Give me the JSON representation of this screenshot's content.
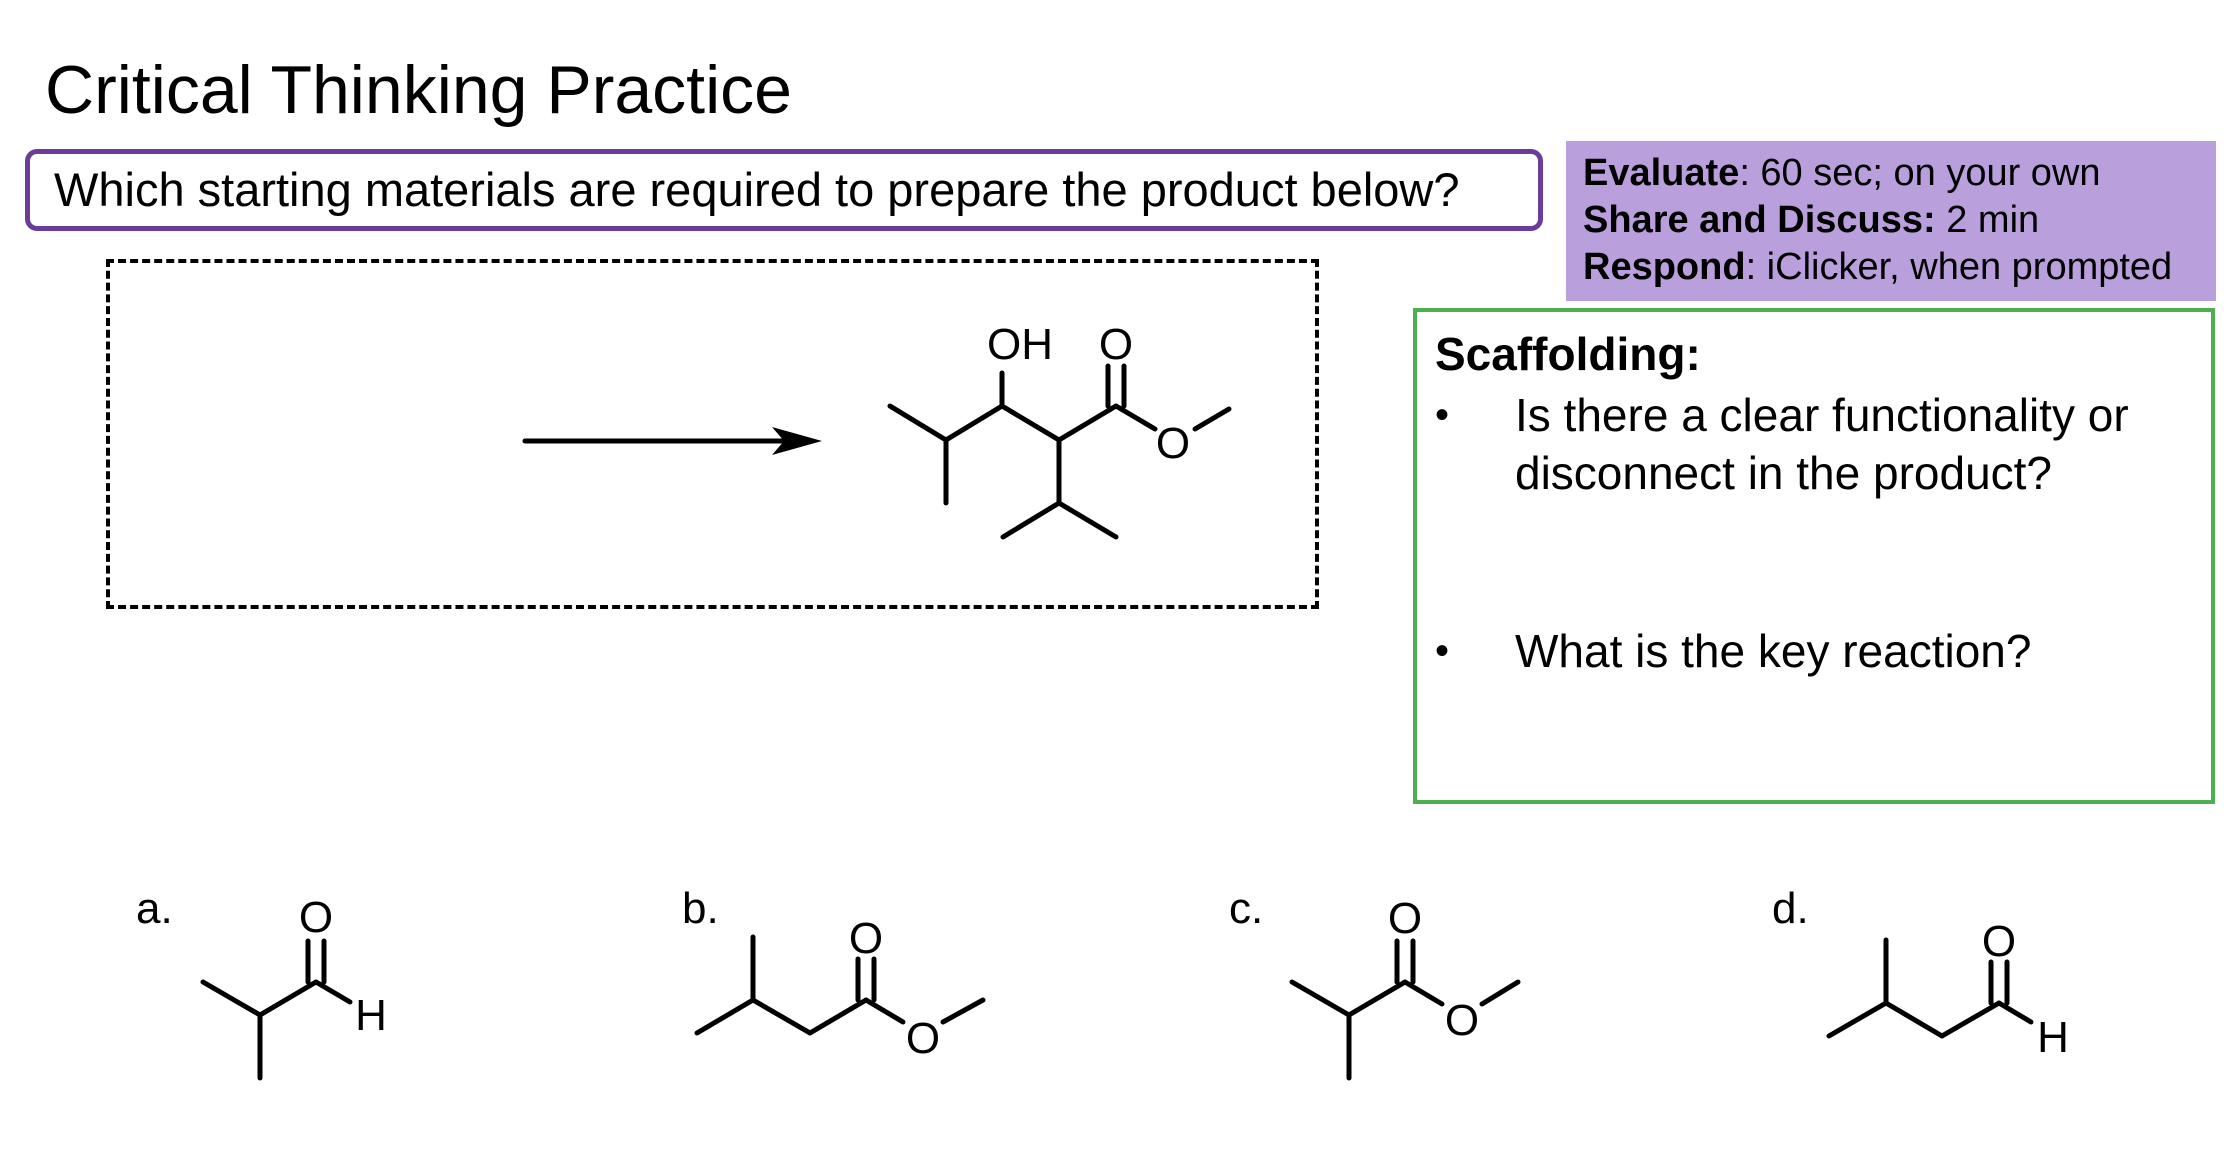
{
  "slide": {
    "title": "Critical Thinking Practice",
    "question": "Which starting materials are required to prepare the product below?"
  },
  "timing": {
    "evaluate_label": "Evaluate",
    "evaluate_text": ": 60 sec; on your own",
    "share_label": "Share and Discuss:",
    "share_text": " 2 min",
    "respond_label": "Respond",
    "respond_text": ": iClicker, when prompted"
  },
  "scaffolding": {
    "heading": "Scaffolding:",
    "bullet_symbol": "•",
    "items": [
      "Is there a clear functionality or disconnect in the product?",
      "What is the key reaction?"
    ]
  },
  "product": {
    "labels": {
      "oh": "OH",
      "carbonyl_o": "O",
      "ester_o": "O"
    }
  },
  "choices": [
    {
      "label": "a.",
      "atoms": {
        "o": "O",
        "h": "H"
      }
    },
    {
      "label": "b.",
      "atoms": {
        "o_carbonyl": "O",
        "o_ester": "O"
      }
    },
    {
      "label": "c.",
      "atoms": {
        "o_carbonyl": "O",
        "o_ester": "O"
      }
    },
    {
      "label": "d.",
      "atoms": {
        "o": "O",
        "h": "H"
      }
    }
  ],
  "colors": {
    "question_border": "#6a3d9a",
    "timing_background": "#b9a0dc",
    "scaffold_border": "#4caf50"
  }
}
